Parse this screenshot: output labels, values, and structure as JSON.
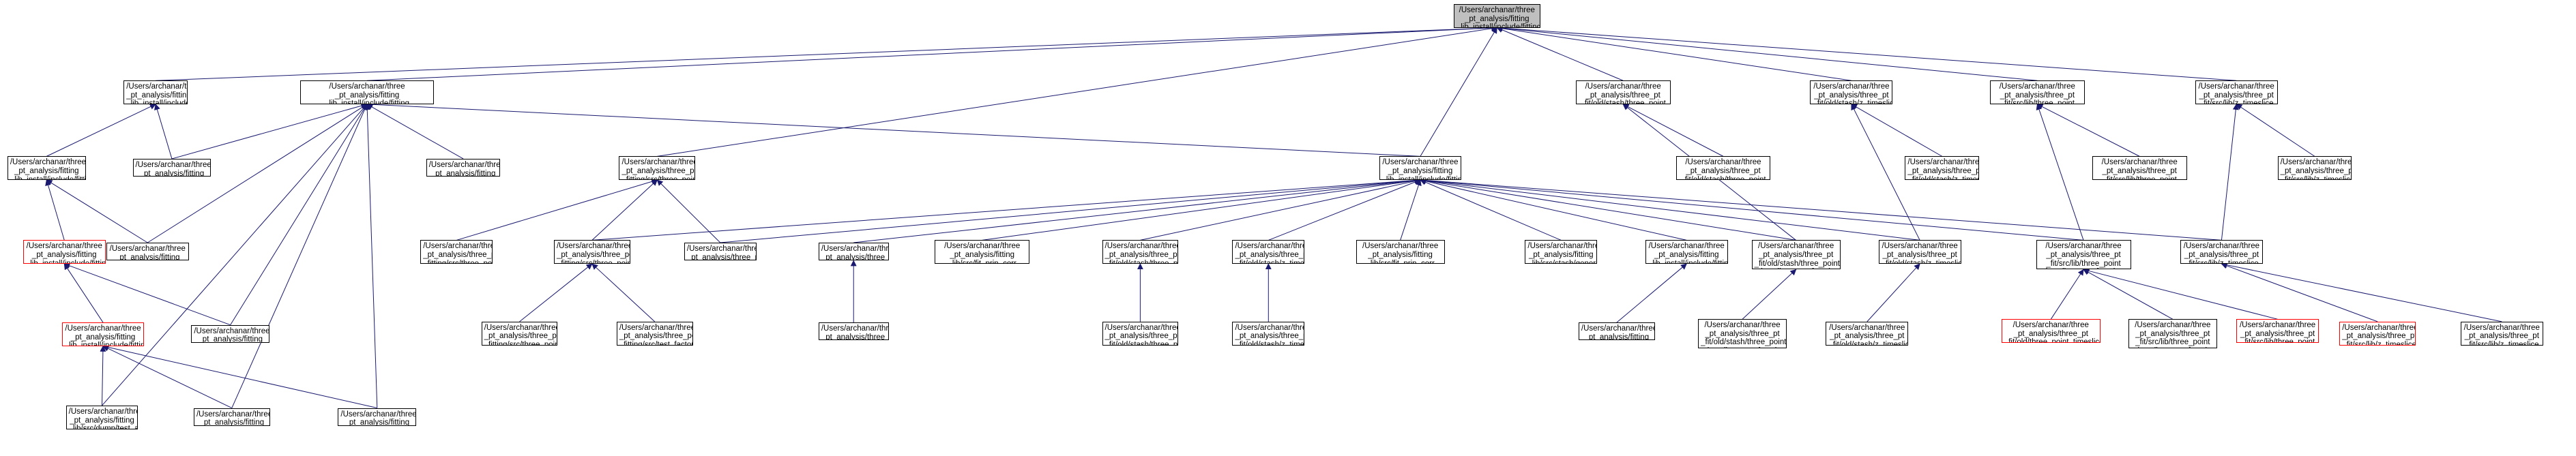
{
  "colors": {
    "edge": "#191970",
    "focus_fill": "#bfbfbf",
    "truncated_border": "#ff0000",
    "border": "#000000"
  },
  "nodes": {
    "root": {
      "label": "/Users/archanar/three\n_pt_analysis/fitting\n_lib_install/include/fitting\n_lib/functions.h",
      "focus": true
    },
    "chisq_h": {
      "label": "/Users/archanar/three\n_pt_analysis/fitting\n_lib_install/include/fitting\n_lib/chisq.h"
    },
    "corr_funcs_h": {
      "label": "/Users/archanar/three\n_pt_analysis/fitting\n_lib_install/include/fitting\n_lib/timeslice_corr_functions.h"
    },
    "minuit_fit_h": {
      "label": "/Users/archanar/three\n_pt_analysis/fitting\n_lib_install/include/fitting\n_lib/minuit_fit.h"
    },
    "test_chisq": {
      "label": "/Users/archanar/three\n_pt_analysis/fitting\n_lib/src/test_chisq.cc"
    },
    "avg_filter_h": {
      "label": "/Users/archanar/three\n_pt_analysis/fitting\n_lib_install/include/fitting\n_lib/avg_filter.h",
      "truncated": true
    },
    "test_minuit": {
      "label": "/Users/archanar/three\n_pt_analysis/fitting\n_lib/src/test_minuit_fit.cc"
    },
    "ensem_filter_h": {
      "label": "/Users/archanar/three\n_pt_analysis/fitting\n_lib_install/include/fitting\n_lib/ensem_filter.h",
      "truncated": true
    },
    "test_avg_filter": {
      "label": "/Users/archanar/three\n_pt_analysis/fitting\n_lib/src/test_avg_filter.cc"
    },
    "dump_avg": {
      "label": "/Users/archanar/three\n_pt_analysis/fitting\n_lib/src/dump/test_avg\n_filter.cc"
    },
    "test_ensem": {
      "label": "/Users/archanar/three\n_pt_analysis/fitting\n_lib/src/test_ensem_filter.cc"
    },
    "test_fit_sel": {
      "label": "/Users/archanar/three\n_pt_analysis/fitting\n_lib/src/test_fit_selection.cc"
    },
    "test_functions": {
      "label": "/Users/archanar/three\n_pt_analysis/fitting\n_lib/src/test_functions.cc"
    },
    "tp_functions_h": {
      "label": "/Users/archanar/three\n_pt_analysis/three_point\n_fitting/src/three_point\n_functions.h"
    },
    "tp_functions_cc": {
      "label": "/Users/archanar/three\n_pt_analysis/three_point\n_fitting/src/three_point\n_functions.cc"
    },
    "tp_factory_h": {
      "label": "/Users/archanar/three\n_pt_analysis/three_point\n_fitting/src/three_point\n_functions_factory.h"
    },
    "tp_basic": {
      "label": "/Users/archanar/three\n_pt_analysis/three_point\n_fitting/src/basic_test.cc"
    },
    "tp_factory_cc": {
      "label": "/Users/archanar/three\n_pt_analysis/three_point\n_fitting/src/three_point\n_functions_factory.cc"
    },
    "tp_test_factory": {
      "label": "/Users/archanar/three\n_pt_analysis/three_point\n_fitting/src/test_factory.cc"
    },
    "ts_factory_h": {
      "label": "/Users/archanar/three\n_pt_analysis/fitting\n_lib_install/include/fitting\n_lib/functions_factory.h"
    },
    "old_h": {
      "label": "/Users/archanar/three\n_pt_analysis/three_pt\n_fit/old/stash/old/old.h"
    },
    "old_cc": {
      "label": "/Users/archanar/three\n_pt_analysis/three_pt\n_fit/old/stash/old/old.cc"
    },
    "prin_corr_old": {
      "label": "/Users/archanar/three\n_pt_analysis/fitting\n_lib/src/fit_prin_corr\n_OLD_SELECTION_METHOD.cc"
    },
    "old_tp_fitting_h": {
      "label": "/Users/archanar/three\n_pt_analysis/three_pt\n_fit/old/stash/three_point\n_timeslice_fitting.h"
    },
    "old_tp_fitting_cc": {
      "label": "/Users/archanar/three\n_pt_analysis/three_pt\n_fit/old/stash/three_point\n_timeslice_fitting.cc"
    },
    "old_z_fitting_h": {
      "label": "/Users/archanar/three\n_pt_analysis/three_pt\n_fit/old/stash/z_timeslice\n_fitting.h"
    },
    "old_z_fitting_cc": {
      "label": "/Users/archanar/three\n_pt_analysis/three_pt\n_fit/old/stash/z_timeslice\n_fitting.cc"
    },
    "prin_corr_working": {
      "label": "/Users/archanar/three\n_pt_analysis/fitting\n_lib/src/fit_prin_corr\n_OLD_WORKING_METHOD.cc"
    },
    "generic_filter": {
      "label": "/Users/archanar/three\n_pt_analysis/fitting\n_lib/src/stash/generic\n_timeslice_filter.cc"
    },
    "ts_fitting_h": {
      "label": "/Users/archanar/three\n_pt_analysis/fitting\n_lib_install/include/fitting\n_lib/timeslice_fitting.h"
    },
    "prin_corr_cc": {
      "label": "/Users/archanar/three\n_pt_analysis/fitting\n_lib/src/fit_prin_corr.cc"
    },
    "old_tp_corr_h": {
      "label": "/Users/archanar/three\n_pt_analysis/three_pt\n_fit/old/stash/three_point\n_timeslice_corr_functions.h"
    },
    "old_tp_corr_cc": {
      "label": "/Users/archanar/three\n_pt_analysis/three_pt\n_fit/old/stash/three_point\n_timeslice_corr_functions.cc"
    },
    "old_tp_corr_fact_h": {
      "label": "/Users/archanar/three\n_pt_analysis/three_pt\n_fit/old/stash/three_point\n_timeslice_corr_functions\n_factory.h"
    },
    "old_tp_corr_fact_cc": {
      "label": "/Users/archanar/three\n_pt_analysis/three_pt\n_fit/old/stash/three_point\n_timeslice_corr_functions\n_factory.cc"
    },
    "old_z_funcs_h": {
      "label": "/Users/archanar/three\n_pt_analysis/three_pt\n_fit/old/stash/z_timeslice\n_functions.h"
    },
    "old_z_funcs_cc": {
      "label": "/Users/archanar/three\n_pt_analysis/three_pt\n_fit/old/stash/z_timeslice\n_functions.cc"
    },
    "old_z_fact_h": {
      "label": "/Users/archanar/three\n_pt_analysis/three_pt\n_fit/old/stash/z_timeslice\n_functions_factory.h"
    },
    "old_z_fact_cc": {
      "label": "/Users/archanar/three\n_pt_analysis/three_pt\n_fit/old/stash/z_timeslice\n_functions_factory.cc"
    },
    "lib_tp_corr_h": {
      "label": "/Users/archanar/three\n_pt_analysis/three_pt\n_fit/src/lib/three_point\n_timeslice_corr_functions.h"
    },
    "lib_tp_corr_cc": {
      "label": "/Users/archanar/three\n_pt_analysis/three_pt\n_fit/src/lib/three_point\n_timeslice_corr_functions.cc"
    },
    "lib_tp_corr_fact_h": {
      "label": "/Users/archanar/three\n_pt_analysis/three_pt\n_fit/src/lib/three_point\n_timeslice_corr_functions\n_factory.h"
    },
    "old_tp_fitting_red": {
      "label": "/Users/archanar/three\n_pt_analysis/three_pt\n_fit/old/three_point_timeslice\n_fitting.h",
      "truncated": true
    },
    "lib_tp_corr_fact_cc": {
      "label": "/Users/archanar/three\n_pt_analysis/three_pt\n_fit/src/lib/three_point\n_timeslice_corr_functions\n_factory.cc"
    },
    "lib_tp_fitting_red": {
      "label": "/Users/archanar/three\n_pt_analysis/three_pt\n_fit/src/lib/three_point\n_timeslice_fitting.h",
      "truncated": true
    },
    "lib_z_funcs_h": {
      "label": "/Users/archanar/three\n_pt_analysis/three_pt\n_fit/src/lib/z_timeslice\n_functions.h"
    },
    "lib_z_funcs_cc": {
      "label": "/Users/archanar/three\n_pt_analysis/three_pt\n_fit/src/lib/z_timeslice\n_functions.cc"
    },
    "lib_z_fact_h": {
      "label": "/Users/archanar/three\n_pt_analysis/three_pt\n_fit/src/lib/z_timeslice\n_functions_factory.h"
    },
    "lib_z_fitting_red": {
      "label": "/Users/archanar/three\n_pt_analysis/three_pt\n_fit/src/lib/z_timeslice\n_fitting.h",
      "truncated": true
    },
    "lib_z_fact_cc": {
      "label": "/Users/archanar/three\n_pt_analysis/three_pt\n_fit/src/lib/z_timeslice\n_functions_factory.cc"
    }
  }
}
